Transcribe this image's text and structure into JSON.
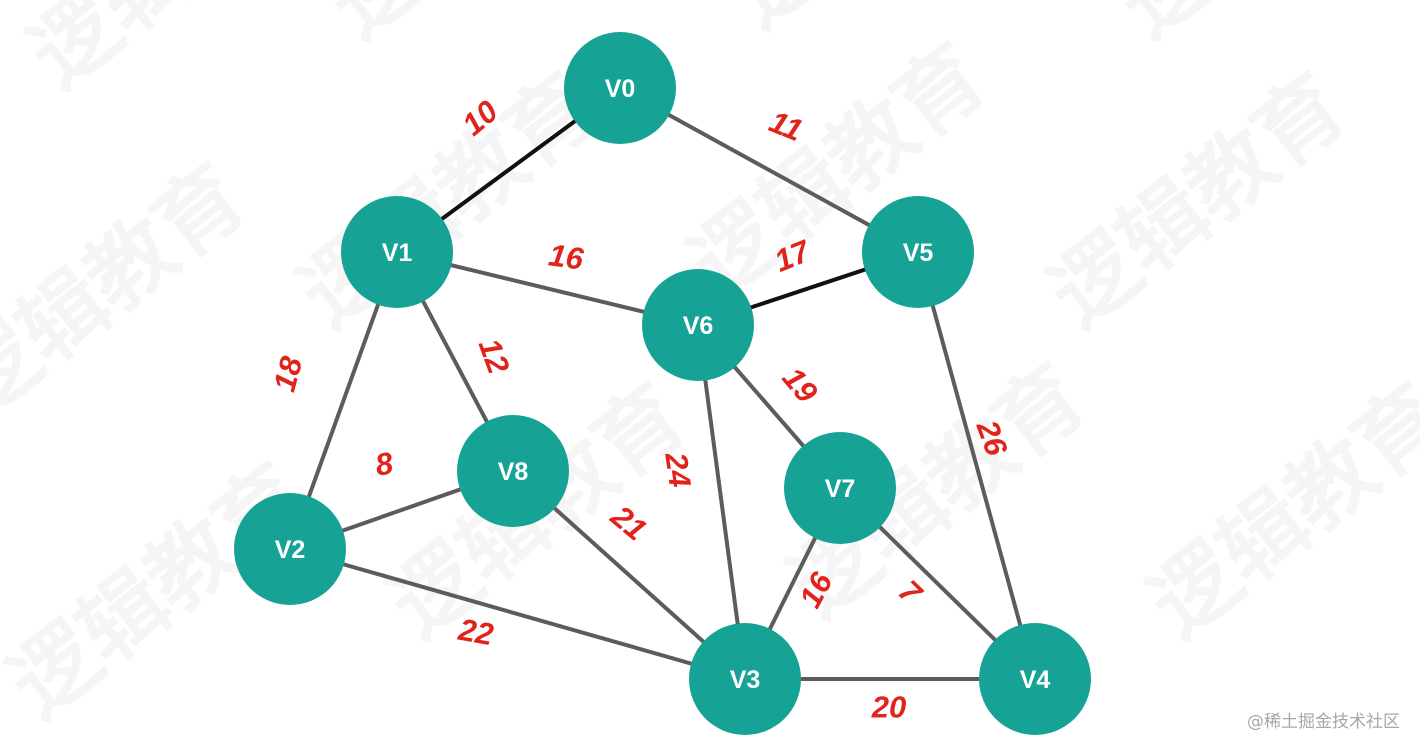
{
  "watermark": {
    "text": "逻辑教育"
  },
  "attribution": "@稀土掘金技术社区",
  "caption": "",
  "colors": {
    "node_fill": "#16a396",
    "node_text": "#ffffff",
    "edge_default": "#5c5c5c",
    "edge_highlight": "#111111",
    "weight_text": "#e0241b"
  },
  "graph": {
    "nodes": [
      {
        "id": "V0",
        "label": "V0"
      },
      {
        "id": "V1",
        "label": "V1"
      },
      {
        "id": "V2",
        "label": "V2"
      },
      {
        "id": "V3",
        "label": "V3"
      },
      {
        "id": "V4",
        "label": "V4"
      },
      {
        "id": "V5",
        "label": "V5"
      },
      {
        "id": "V6",
        "label": "V6"
      },
      {
        "id": "V7",
        "label": "V7"
      },
      {
        "id": "V8",
        "label": "V8"
      }
    ],
    "edges": [
      {
        "from": "V0",
        "to": "V1",
        "weight": "10",
        "highlighted": true
      },
      {
        "from": "V0",
        "to": "V5",
        "weight": "11",
        "highlighted": false
      },
      {
        "from": "V1",
        "to": "V6",
        "weight": "16",
        "highlighted": false
      },
      {
        "from": "V6",
        "to": "V5",
        "weight": "17",
        "highlighted": true
      },
      {
        "from": "V1",
        "to": "V2",
        "weight": "18",
        "highlighted": false
      },
      {
        "from": "V1",
        "to": "V8",
        "weight": "12",
        "highlighted": false
      },
      {
        "from": "V2",
        "to": "V8",
        "weight": "8",
        "highlighted": false
      },
      {
        "from": "V2",
        "to": "V3",
        "weight": "22",
        "highlighted": false
      },
      {
        "from": "V8",
        "to": "V3",
        "weight": "21",
        "highlighted": false
      },
      {
        "from": "V6",
        "to": "V3",
        "weight": "24",
        "highlighted": false
      },
      {
        "from": "V6",
        "to": "V7",
        "weight": "19",
        "highlighted": false
      },
      {
        "from": "V7",
        "to": "V3",
        "weight": "16",
        "highlighted": false
      },
      {
        "from": "V7",
        "to": "V4",
        "weight": "7",
        "highlighted": false
      },
      {
        "from": "V5",
        "to": "V4",
        "weight": "26",
        "highlighted": false
      },
      {
        "from": "V3",
        "to": "V4",
        "weight": "20",
        "highlighted": false
      }
    ]
  }
}
